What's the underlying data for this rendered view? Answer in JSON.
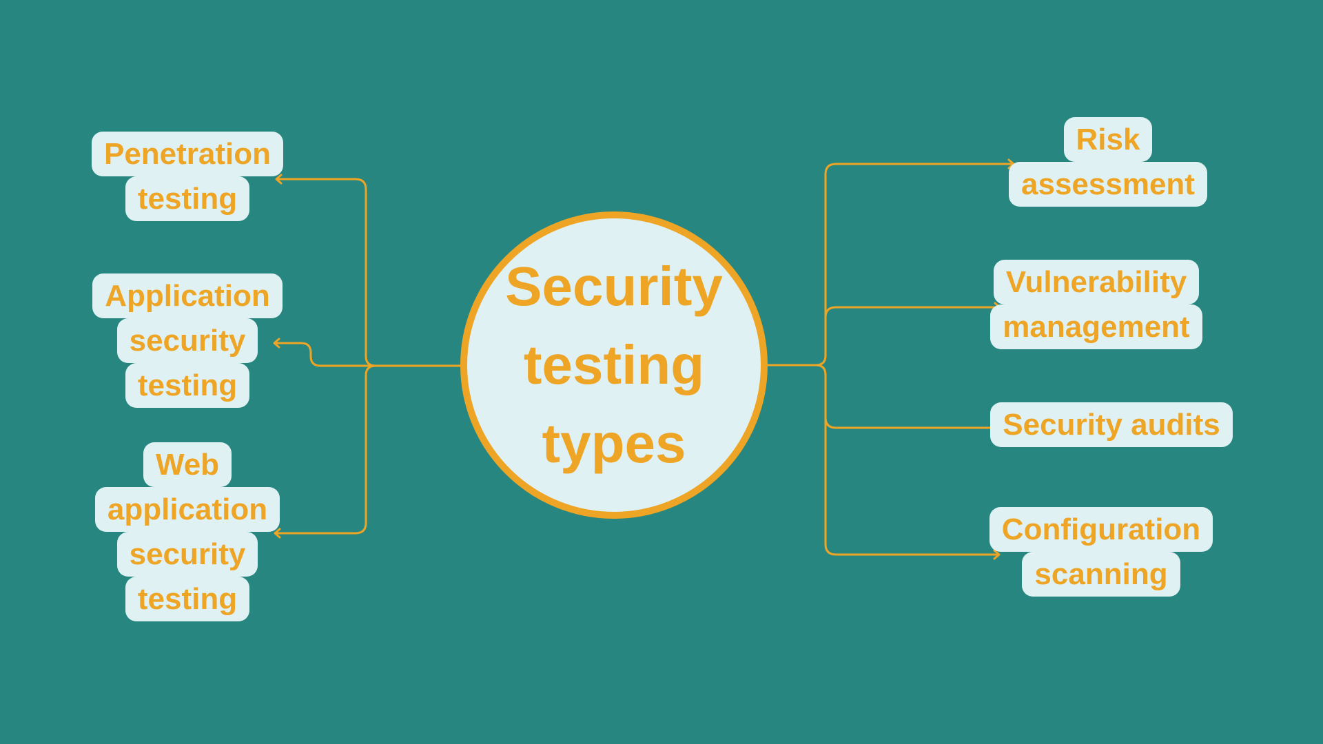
{
  "center": {
    "title": "Security testing types"
  },
  "left_nodes": [
    {
      "lines": [
        "Penetration",
        "testing"
      ]
    },
    {
      "lines": [
        "Application",
        "security",
        "testing"
      ]
    },
    {
      "lines": [
        "Web",
        "application",
        "security",
        "testing"
      ]
    }
  ],
  "right_nodes": [
    {
      "lines": [
        "Risk",
        "assessment"
      ]
    },
    {
      "lines": [
        "Vulnerability",
        "management"
      ]
    },
    {
      "lines": [
        "Security audits"
      ]
    },
    {
      "lines": [
        "Configuration",
        "scanning"
      ]
    }
  ],
  "colors": {
    "background": "#278780",
    "accent": "#eea425",
    "node_fill": "#dff1f2"
  }
}
